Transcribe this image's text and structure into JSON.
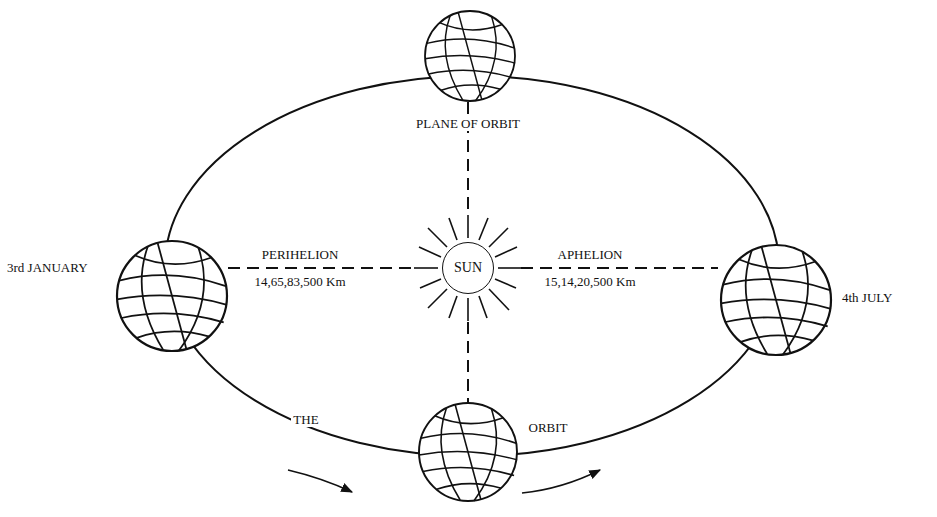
{
  "diagram": {
    "nodes": [
      {
        "text": [
          "SUN"
        ]
      }
    ],
    "labels": [
      "PLANE OF ORBIT",
      "3rd JANUARY",
      "PERIHELION",
      "14,65,83,500 Km",
      "APHELION",
      "15,14,20,500 Km",
      "4th JULY",
      "THE",
      "ORBIT"
    ]
  }
}
